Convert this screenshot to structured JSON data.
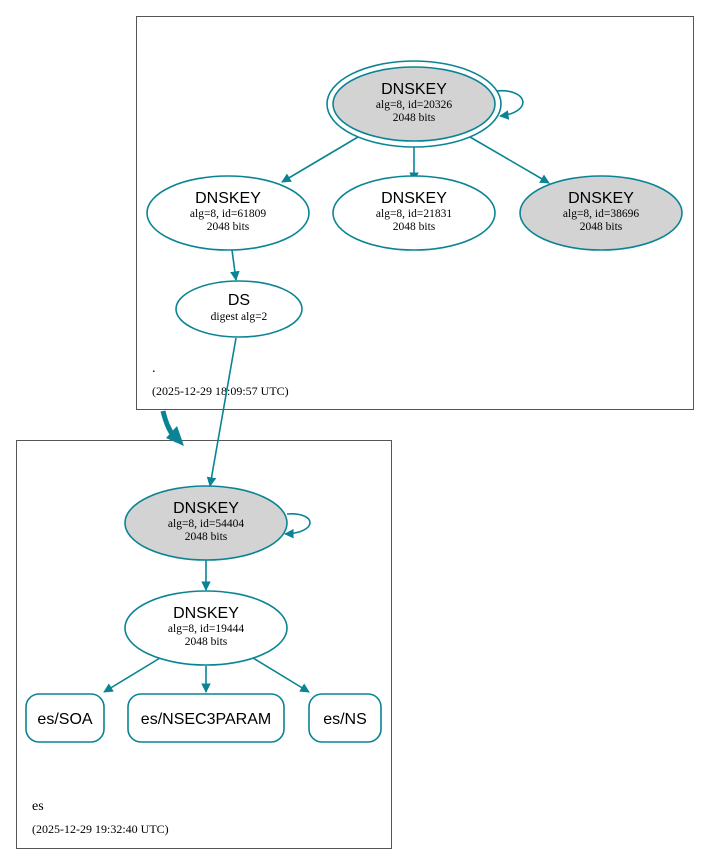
{
  "colors": {
    "edge": "#0a8494",
    "filled_node": "#d3d3d3",
    "node_fill": "#ffffff",
    "cluster_border": "#555555"
  },
  "zones": {
    "root": {
      "name": ".",
      "timestamp": "(2025-12-29 18:09:57 UTC)",
      "keys": [
        {
          "title": "DNSKEY",
          "detail": "alg=8, id=20326",
          "size": "2048 bits",
          "filled": true,
          "trust_anchor": true
        },
        {
          "title": "DNSKEY",
          "detail": "alg=8, id=61809",
          "size": "2048 bits",
          "filled": false
        },
        {
          "title": "DNSKEY",
          "detail": "alg=8, id=21831",
          "size": "2048 bits",
          "filled": false
        },
        {
          "title": "DNSKEY",
          "detail": "alg=8, id=38696",
          "size": "2048 bits",
          "filled": true
        }
      ],
      "ds": {
        "title": "DS",
        "detail": "digest alg=2"
      }
    },
    "es": {
      "name": "es",
      "timestamp": "(2025-12-29 19:32:40 UTC)",
      "keys": [
        {
          "title": "DNSKEY",
          "detail": "alg=8, id=54404",
          "size": "2048 bits",
          "filled": true
        },
        {
          "title": "DNSKEY",
          "detail": "alg=8, id=19444",
          "size": "2048 bits",
          "filled": false
        }
      ],
      "rrsets": [
        "es/SOA",
        "es/NSEC3PARAM",
        "es/NS"
      ]
    }
  }
}
